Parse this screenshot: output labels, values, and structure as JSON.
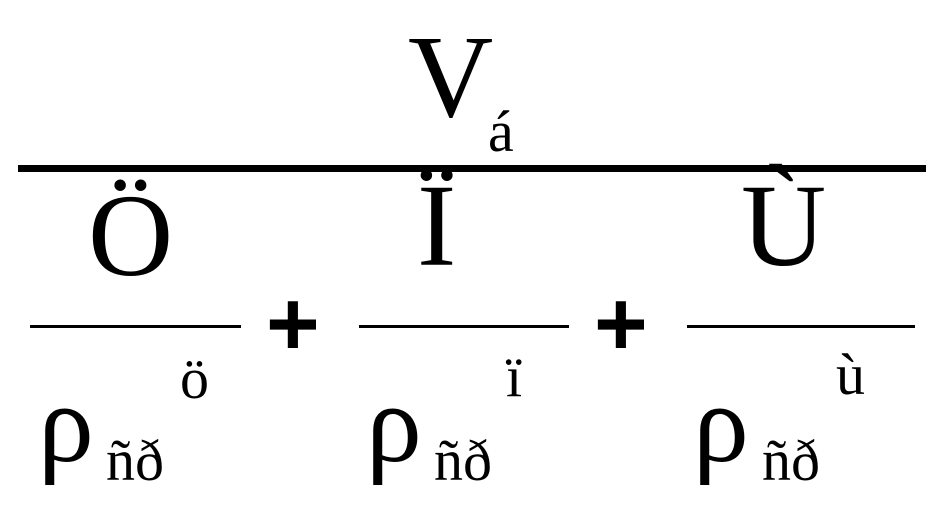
{
  "formula": {
    "numerator": {
      "symbol": "V",
      "subscript": "á"
    },
    "terms": [
      {
        "numerator": "Ö",
        "rho": "ρ",
        "rho_subscript": "ñð",
        "rho_superscript": "ö"
      },
      {
        "numerator": "Ï",
        "rho": "ρ",
        "rho_subscript": "ñð",
        "rho_superscript": "ï"
      },
      {
        "numerator": "Ù",
        "rho": "ρ",
        "rho_subscript": "ñð",
        "rho_superscript": "ù"
      }
    ],
    "operators": [
      "+",
      "+"
    ]
  }
}
